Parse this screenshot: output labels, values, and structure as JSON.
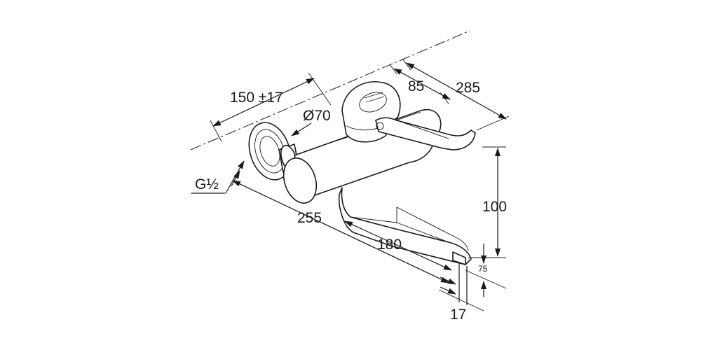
{
  "dimensions": {
    "d150": "150 ±17",
    "d70": "Ø70",
    "d85": "85",
    "d285": "285",
    "dG": "G½",
    "d255": "255",
    "d180": "180",
    "d100": "100",
    "d75": "75",
    "d17": "17"
  },
  "colors": {
    "ink": "#1a1a1a",
    "background": "#ffffff"
  }
}
